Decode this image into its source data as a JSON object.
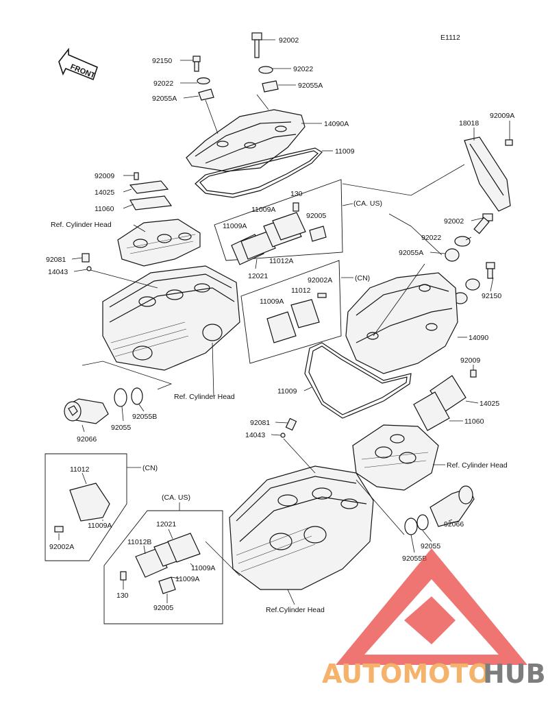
{
  "figure_code": "E1112",
  "front_label": "FRONT",
  "region_labels": {
    "ca_us_top": "(CA. US)",
    "cn_top": "(CN)",
    "cn_bottom": "(CN)",
    "ca_us_bottom": "(CA. US)"
  },
  "part_labels": {
    "p92002_top": "92002",
    "p92150_top": "92150",
    "p92022_top_r": "92022",
    "p92022_top_l": "92022",
    "p92055A_top_r": "92055A",
    "p92055A_top_l": "92055A",
    "p14090A": "14090A",
    "p11009_top": "11009",
    "p92009_left": "92009",
    "p14025_left": "14025",
    "p11060_left": "11060",
    "ref_head_1": "Ref. Cylinder Head",
    "p130_top": "130",
    "p11009A_t1": "11009A",
    "p11009A_t2": "11009A",
    "p92005_top": "92005",
    "p11012A": "11012A",
    "p12021_top": "12021",
    "p92081_left": "92081",
    "p14043_left": "14043",
    "p92002A_cn": "92002A",
    "p11012_cn": "11012",
    "p11009A_cn": "11009A",
    "p18018": "18018",
    "p92009A": "92009A",
    "p92002_right": "92002",
    "p92022_right": "92022",
    "p92055A_right": "92055A",
    "p92150_right": "92150",
    "p14090": "14090",
    "p11009_mid": "11009",
    "p92009_right": "92009",
    "p14025_right": "14025",
    "p11060_right": "11060",
    "ref_head_2": "Ref. Cylinder Head",
    "ref_head_3": "Ref. Cylinder Head",
    "p92066_left": "92066",
    "p92055_left": "92055",
    "p92055B_left": "92055B",
    "p92081_mid": "92081",
    "p14043_mid": "14043",
    "p92066_right": "92066",
    "p92055_right": "92055",
    "p92055B_right": "92055B",
    "p11012_cnb": "11012",
    "p11009A_cnb": "11009A",
    "p92002A_cnb": "92002A",
    "p12021_b": "12021",
    "p11012B": "11012B",
    "p11009A_b1": "11009A",
    "p11009A_b2": "11009A",
    "p130_b": "130",
    "p92005_b": "92005",
    "ref_head_4": "Ref.Cylinder Head"
  },
  "watermark": {
    "part1": "AUTOMOTO",
    "part2": "HUB",
    "color1": "#f4b26b",
    "color2": "#7d7d7d",
    "logo_color": "#e8413c"
  }
}
